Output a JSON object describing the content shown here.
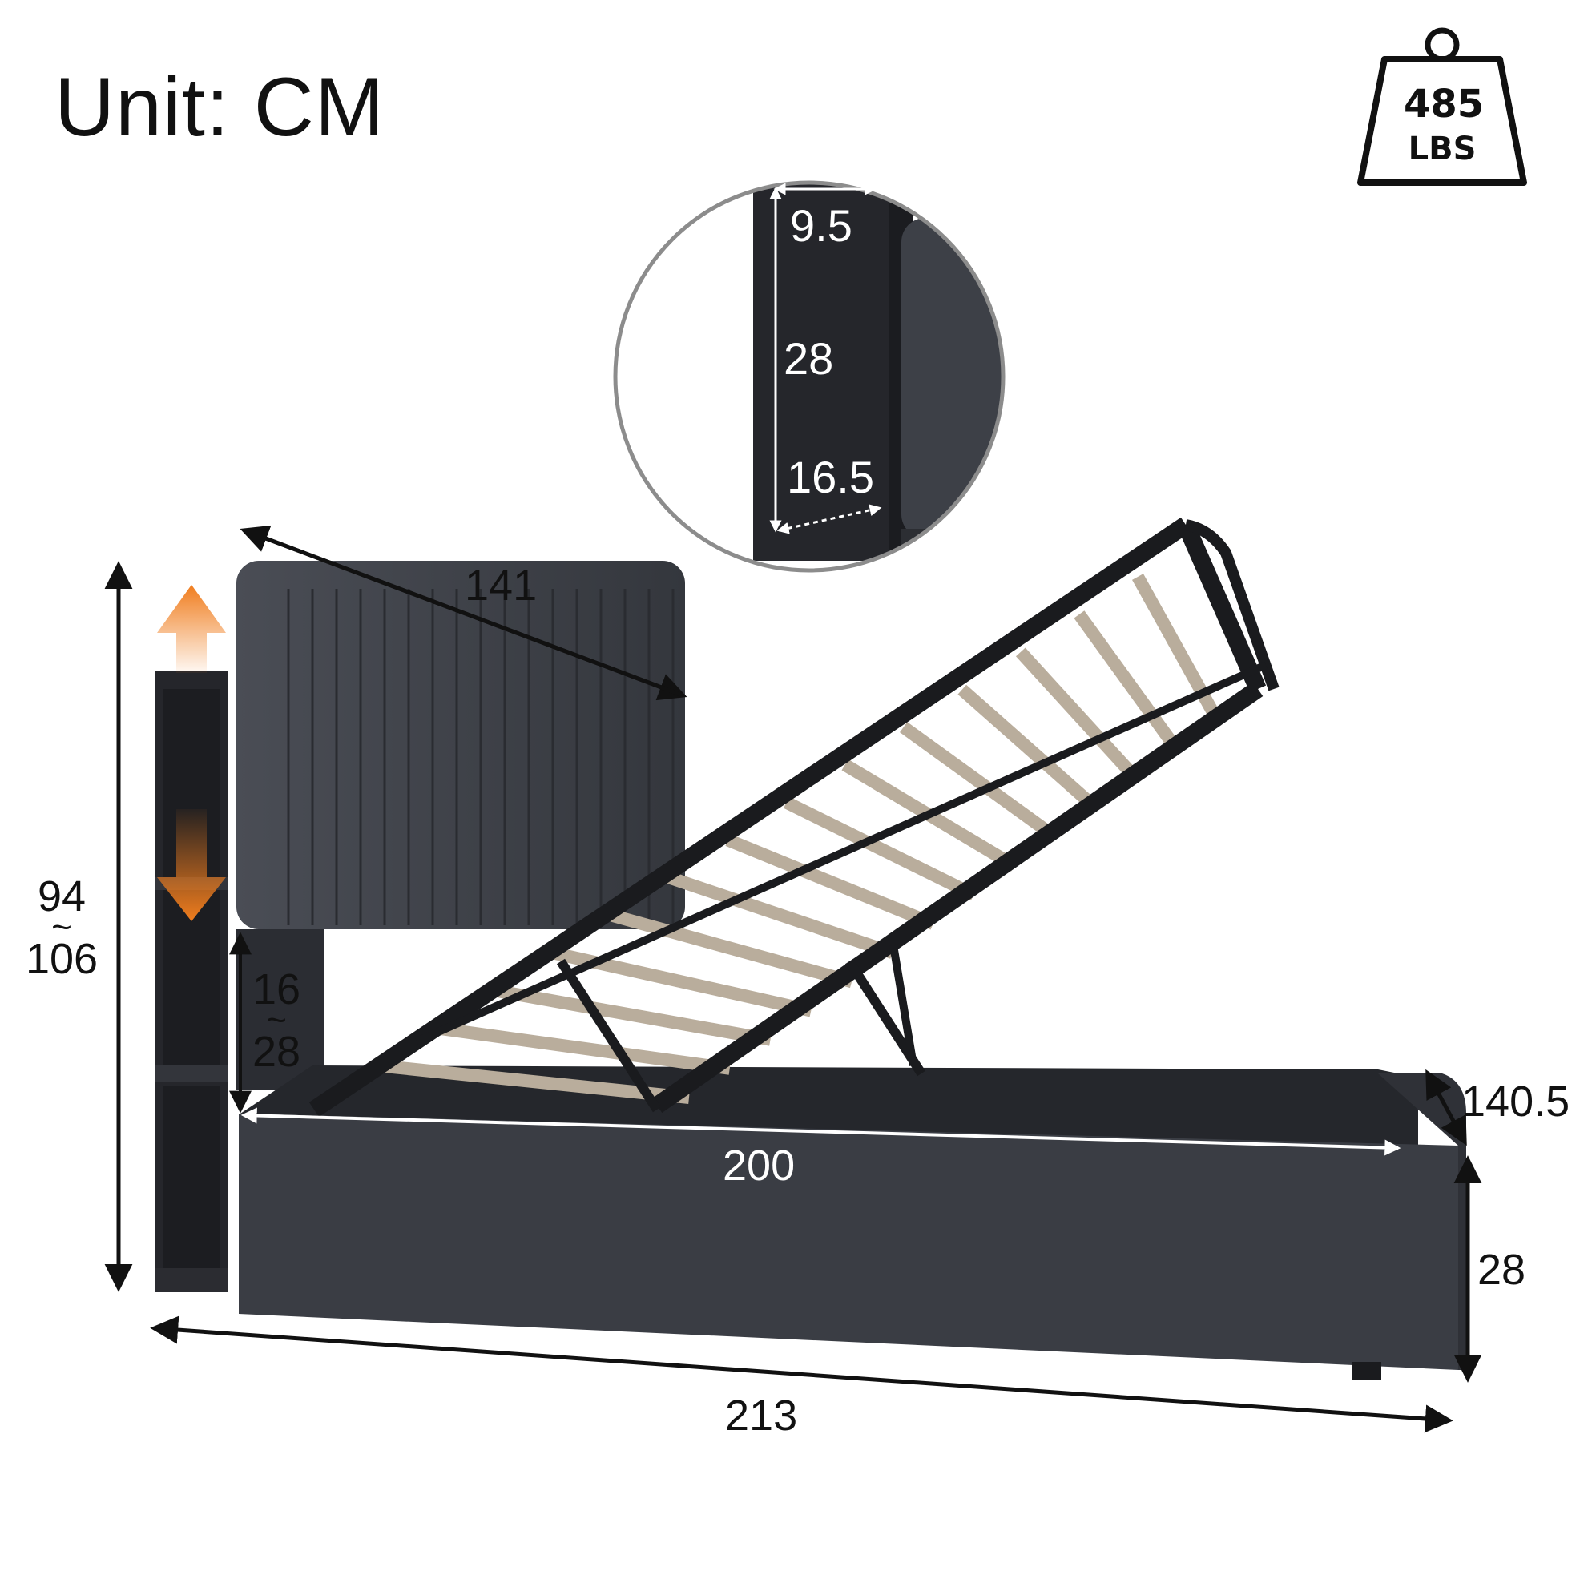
{
  "unit_label": "Unit: CM",
  "weight_badge": {
    "value": "485",
    "unit": "LBS",
    "icon": "weight-icon"
  },
  "dimensions": {
    "headboard_width": "141",
    "total_height": {
      "min": "94",
      "sep": "~",
      "max": "106"
    },
    "headboard_clearance": {
      "min": "16",
      "sep": "~",
      "max": "28"
    },
    "inner_length": "200",
    "total_length": "213",
    "side_height": "28",
    "total_width": "140.5"
  },
  "inset_detail": {
    "shelf_width": "9.5",
    "shelf_height": "28",
    "shelf_depth": "16.5"
  },
  "colors": {
    "fabric": "#3a3d44",
    "fabric_dark": "#2b2d33",
    "shelf_wood": "#25262b",
    "frame_metal": "#1a1b1e",
    "slat": "#b9ad9c",
    "arrow_orange": "#f07d1e",
    "dimension_line": "#111111"
  }
}
